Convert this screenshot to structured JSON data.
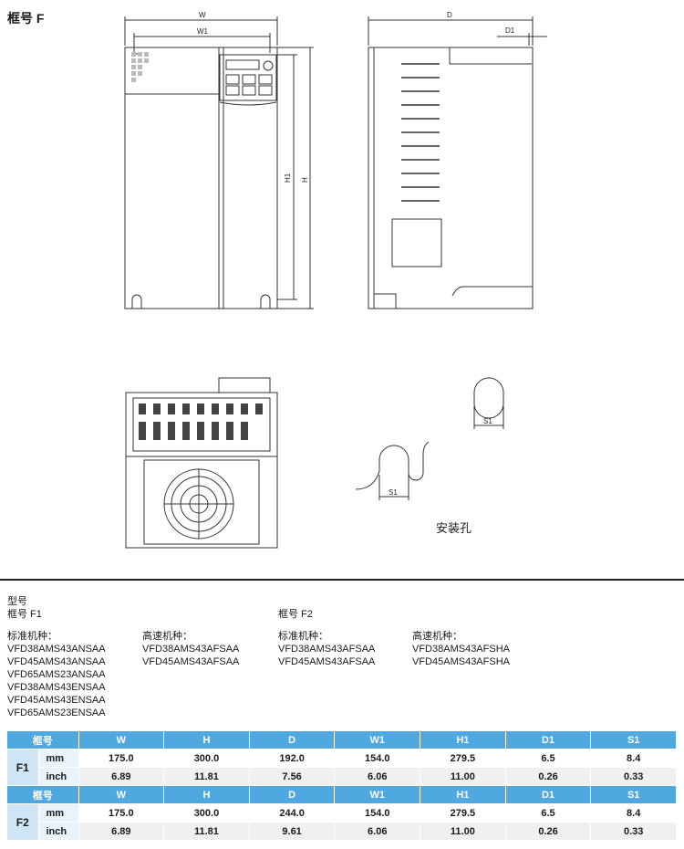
{
  "frame_title": "框号 F",
  "dims": {
    "W": "W",
    "W1": "W1",
    "H": "H",
    "H1": "H1",
    "D": "D",
    "D1": "D1",
    "S1": "S1"
  },
  "hole_caption": "安装孔",
  "models": {
    "header": "型号",
    "f1_title": "框号 F1",
    "f2_title": "框号 F2",
    "f1_std_label": "标准机种：",
    "f1_std": [
      "VFD38AMS43ANSAA",
      "VFD45AMS43ANSAA",
      "VFD65AMS23ANSAA",
      "VFD38AMS43ENSAA",
      "VFD45AMS43ENSAA",
      "VFD65AMS23ENSAA"
    ],
    "f1_high_label": "高速机种：",
    "f1_high": [
      "VFD38AMS43AFSAA",
      "VFD45AMS43AFSAA"
    ],
    "f2_std_label": "标准机种：",
    "f2_std": [
      "VFD38AMS43AFSAA",
      "VFD45AMS43AFSAA"
    ],
    "f2_high_label": "高速机种：",
    "f2_high": [
      "VFD38AMS43AFSHA",
      "VFD45AMS43AFSHA"
    ]
  },
  "table": {
    "headers": [
      "框号",
      "W",
      "H",
      "D",
      "W1",
      "H1",
      "D1",
      "S1"
    ],
    "frames": [
      {
        "name": "F1",
        "rows": [
          {
            "unit": "mm",
            "values": [
              "175.0",
              "300.0",
              "192.0",
              "154.0",
              "279.5",
              "6.5",
              "8.4"
            ]
          },
          {
            "unit": "inch",
            "values": [
              "6.89",
              "11.81",
              "7.56",
              "6.06",
              "11.00",
              "0.26",
              "0.33"
            ]
          }
        ]
      },
      {
        "name": "F2",
        "rows": [
          {
            "unit": "mm",
            "values": [
              "175.0",
              "300.0",
              "244.0",
              "154.0",
              "279.5",
              "6.5",
              "8.4"
            ]
          },
          {
            "unit": "inch",
            "values": [
              "6.89",
              "11.81",
              "9.61",
              "6.06",
              "11.00",
              "0.26",
              "0.33"
            ]
          }
        ]
      }
    ]
  }
}
